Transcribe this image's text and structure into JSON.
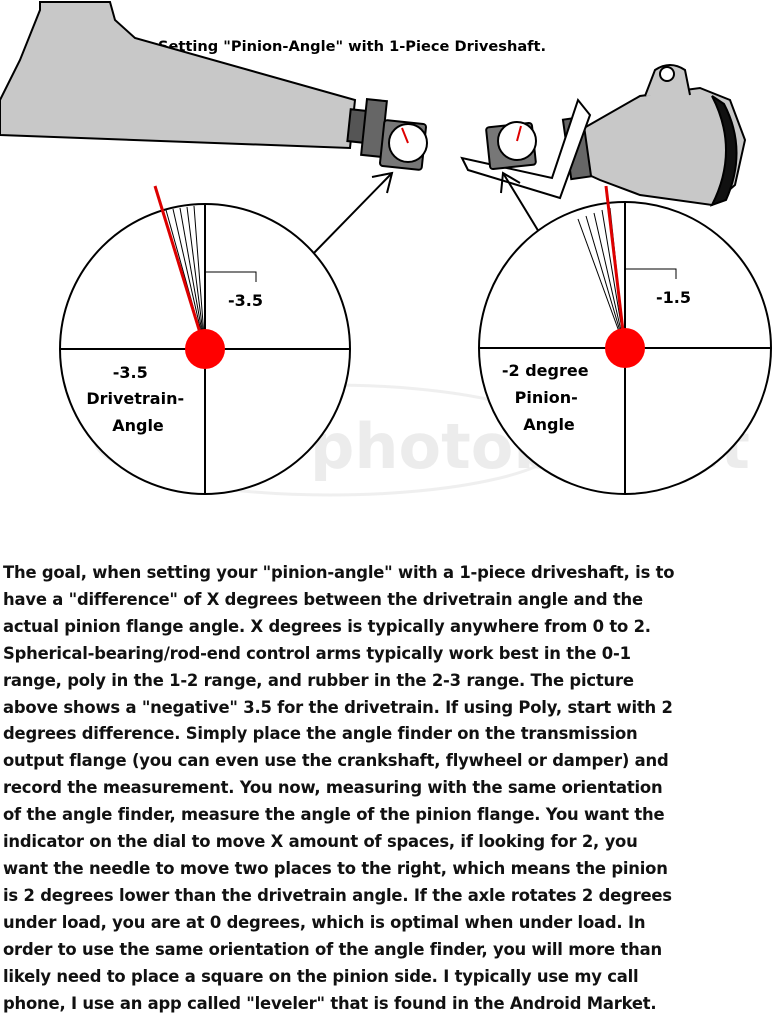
{
  "diagram": {
    "title": "Setting \"Pinion-Angle\" with 1-Piece Driveshaft.",
    "left_dial": {
      "reading": "-3.5",
      "caption_lines": [
        "-3.5",
        "Drivetrain-",
        "Angle"
      ]
    },
    "right_dial": {
      "reading": "-1.5",
      "caption_lines": [
        "-2 degree",
        "Pinion-",
        "Angle"
      ]
    },
    "watermark": "photobucket",
    "colors": {
      "housing": "#c8c8c8",
      "needle": "#dd0000",
      "pivot": "#ff0000",
      "outline": "#000000"
    }
  },
  "body": {
    "lines": [
      "The goal, when setting your \"pinion-angle\" with a 1-piece driveshaft, is to",
      "have a \"difference\" of X degrees between the drivetrain angle and the",
      "actual pinion flange angle. X degrees is typically anywhere from 0 to 2.",
      "Spherical-bearing/rod-end control arms typically work best in the 0-1",
      "range, poly in the 1-2 range, and rubber in the 2-3 range. The picture",
      "above shows a \"negative\" 3.5 for the drivetrain. If using Poly, start with 2",
      "degrees difference. Simply place the angle finder on the transmission",
      "output flange (you can even use the crankshaft, flywheel or damper) and",
      "record the measurement. You now, measuring with the same orientation",
      "of the angle finder, measure the angle of the pinion flange. You want the",
      "indicator on the dial to move X amount of spaces, if looking for 2, you",
      "want the needle to move two places to the right, which means the pinion",
      "is 2 degrees lower than the drivetrain angle. If the axle rotates 2 degrees",
      "under load, you are at 0 degrees, which is optimal when under load. In",
      "order to use the same orientation of the angle finder, you will more than",
      "likely need to place a square on the pinion side. I typically use my call",
      "phone, I use an app called \"leveler\" that is found in the Android Market."
    ]
  }
}
